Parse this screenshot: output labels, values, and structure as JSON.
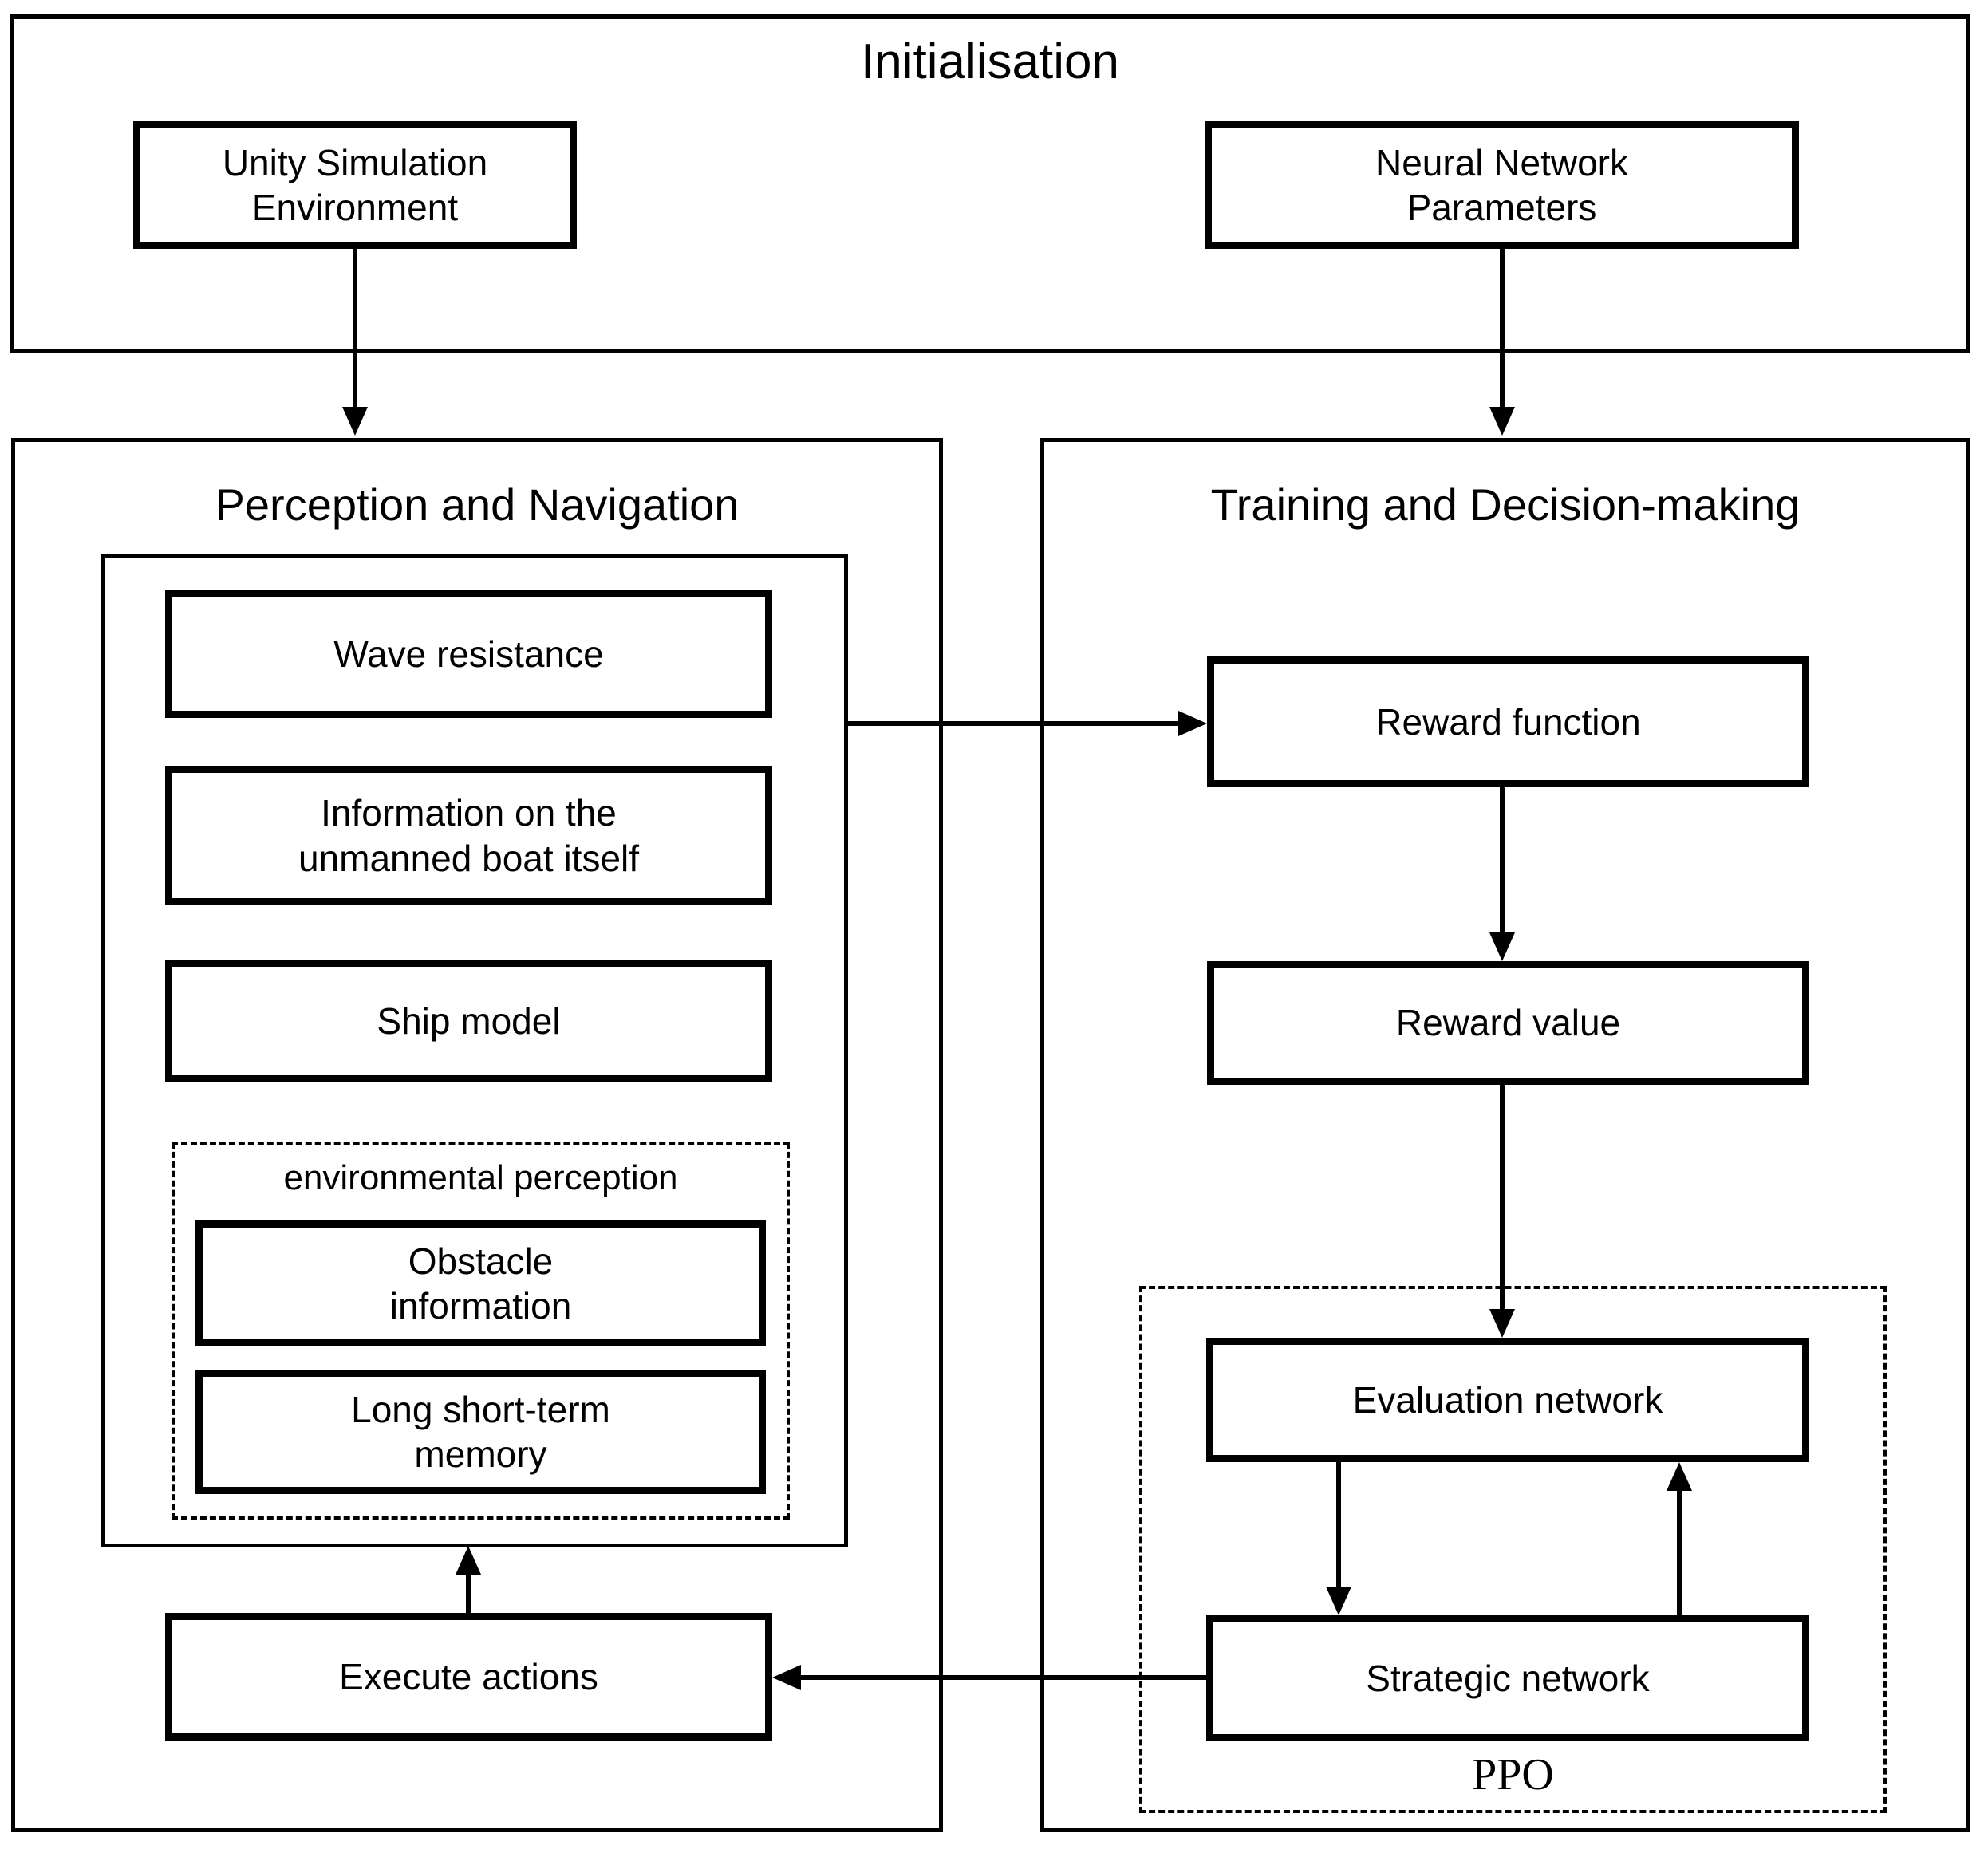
{
  "page": {
    "background": "#ffffff",
    "line_color": "#000000"
  },
  "sections": {
    "initialisation": {
      "title": "Initialisation"
    },
    "perception": {
      "title": "Perception and Navigation"
    },
    "training": {
      "title": "Training and Decision-making"
    }
  },
  "nodes": {
    "unity": "Unity Simulation\nEnvironment",
    "neural_network": "Neural Network\nParameters",
    "wave": "Wave resistance",
    "boat_info": "Information on the\nunmanned boat itself",
    "ship_model": "Ship model",
    "env_perception_label": "environmental perception",
    "obstacle": "Obstacle\ninformation",
    "lstm": "Long short-term\nmemory",
    "execute": "Execute actions",
    "reward_function": "Reward function",
    "reward_value": "Reward value",
    "evaluation": "Evaluation network",
    "strategic": "Strategic network",
    "ppo": "PPO"
  }
}
